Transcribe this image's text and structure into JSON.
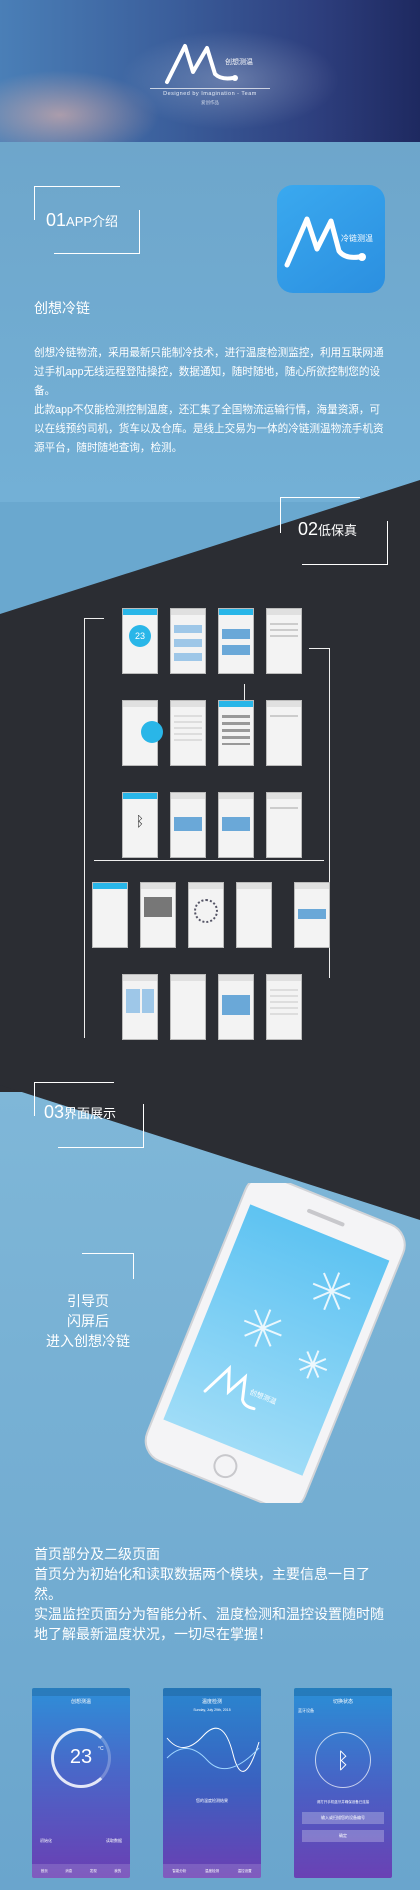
{
  "header": {
    "logo_text": "创想测温",
    "tagline": "Designed by Imagination - Team",
    "tagline_cn": "爱创作品"
  },
  "section1": {
    "number": "01",
    "title": "APP介绍",
    "app_icon_text": "冷链测温",
    "app_name": "创想冷链",
    "intro_p1": "创想冷链物流，采用最新只能制冷技术，进行温度检测监控，利用互联网通过手机app无线远程登陆操控，数据通知，随时随地，随心所欲控制您的设备。",
    "intro_p2": "此款app不仅能检测控制温度，还汇集了全国物流运输行情，海量资源，可以在线预约司机，货车以及仓库。是线上交易为一体的冷链测温物流手机资源平台，随时随地查询，检测。"
  },
  "section2": {
    "number": "02",
    "title": "低保真",
    "wire_big_number": "23"
  },
  "section3": {
    "number": "03",
    "title": "界面展示",
    "guide_line1": "引导页",
    "guide_line2": "闪屏后",
    "guide_line3": "进入创想冷链",
    "phone_logo_text": "创想测温",
    "home_line1": "首页部分及二级页面",
    "home_line2": "首页分为初始化和读取数据两个模块，主要信息一目了然。",
    "home_line3": "实温监控页面分为智能分析、温度检测和温控设置随时随地了解最新温度状况，一切尽在掌握！"
  },
  "screens": {
    "s1": {
      "title": "创想测温",
      "temp": "23",
      "unit": "°C",
      "btn_left": "初始化",
      "btn_right": "读取数据",
      "tabs": [
        "首页",
        "消息",
        "发现",
        "我的"
      ]
    },
    "s2": {
      "title": "温度检测",
      "date": "Sunday, July 29th, 2015",
      "caption": "您的温度检测结果",
      "btns": [
        "智能分析",
        "温度检测",
        "温控设置"
      ]
    },
    "s3": {
      "title": "切换状态",
      "label": "蓝牙设备",
      "hint": "请打开手机蓝牙并确保设备已连接",
      "btn1": "输入或扫描您的设备编号",
      "btn2": "确定"
    }
  }
}
